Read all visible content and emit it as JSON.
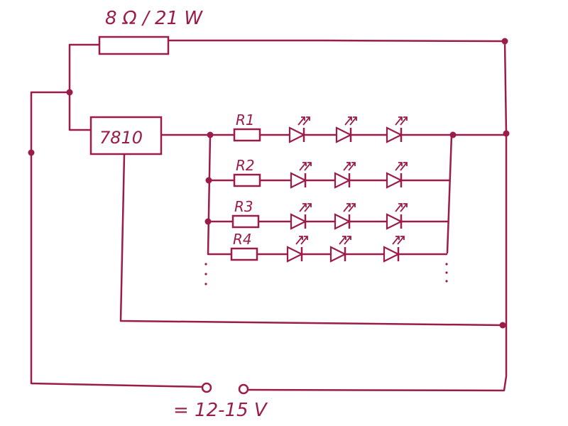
{
  "colors": {
    "ink": "#9b1b4a",
    "paper": "#ffffff"
  },
  "labels": {
    "resistor_rating": "8 Ω / 21 W",
    "regulator": "7810",
    "r1": "R1",
    "r2": "R2",
    "r3": "R3",
    "r4": "R4",
    "supply": "= 12-15 V"
  },
  "components": {
    "series_resistor": "resistor",
    "regulator": "voltage-regulator",
    "rows": [
      {
        "resistor": "r1",
        "leds": 3
      },
      {
        "resistor": "r2",
        "leds": 3
      },
      {
        "resistor": "r3",
        "leds": 3
      },
      {
        "resistor": "r4",
        "leds": 3
      }
    ],
    "terminals": 2
  }
}
